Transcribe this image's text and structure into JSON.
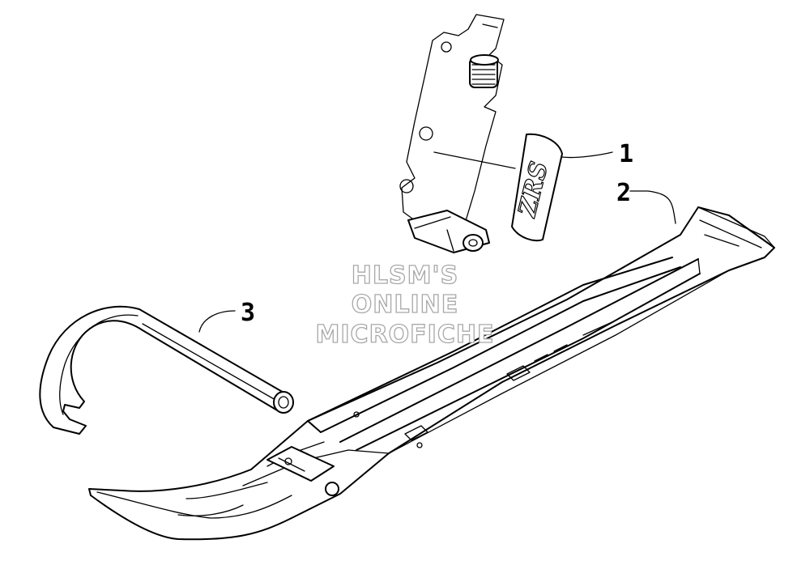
{
  "callouts": {
    "part1": "1",
    "part2": "2",
    "part3": "3"
  },
  "decal_text": "ZRS",
  "watermark": {
    "line1": "HLSM'S",
    "line2": "ONLINE",
    "line3": "MICROFICHE"
  },
  "colors": {
    "line": "#000000",
    "background": "#ffffff",
    "watermark_outline": "#a8a8a8"
  }
}
